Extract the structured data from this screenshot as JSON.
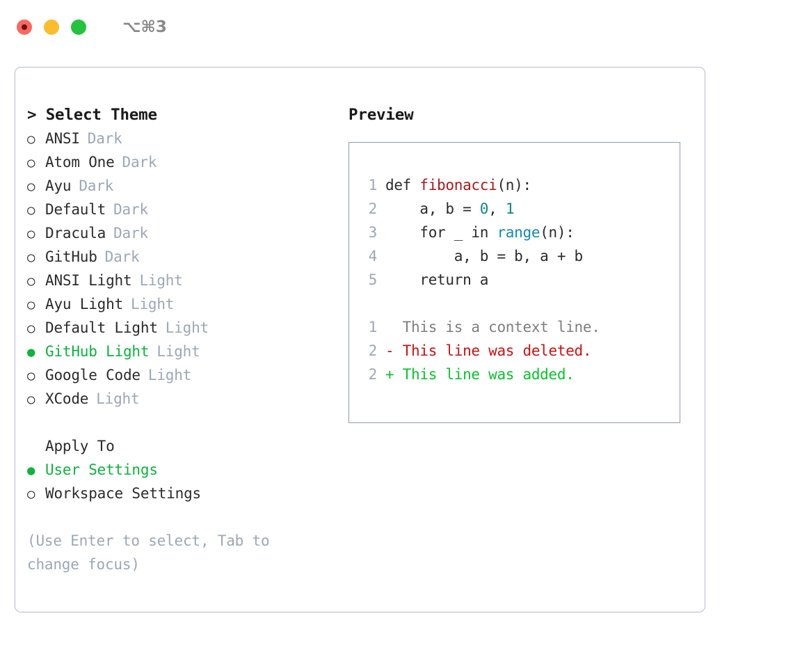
{
  "window": {
    "title_shortcut": "⌥⌘3",
    "traffic_lights": [
      {
        "name": "close-button",
        "color": "#f8685f"
      },
      {
        "name": "minimize-button",
        "color": "#fbbd2e"
      },
      {
        "name": "maximize-button",
        "color": "#24c33e"
      }
    ]
  },
  "colors": {
    "accent_green": "#0cb33d",
    "muted": "#9ca7b6",
    "text": "#2b2b2b",
    "border_card": "#b3bcc9",
    "border_preview": "#8e9aab",
    "diff_add": "#06c42a",
    "diff_del": "#cc1111",
    "token_function": "#a81a1a",
    "token_number": "#0a8a7e",
    "token_call": "#1389b5"
  },
  "left": {
    "heading": "> Select Theme",
    "markers": {
      "unselected": "○",
      "selected": "●",
      "none": " "
    },
    "themes": [
      {
        "label": "ANSI",
        "tag": "Dark",
        "selected": false
      },
      {
        "label": "Atom One",
        "tag": "Dark",
        "selected": false
      },
      {
        "label": "Ayu",
        "tag": "Dark",
        "selected": false
      },
      {
        "label": "Default",
        "tag": "Dark",
        "selected": false
      },
      {
        "label": "Dracula",
        "tag": "Dark",
        "selected": false
      },
      {
        "label": "GitHub",
        "tag": "Dark",
        "selected": false
      },
      {
        "label": "ANSI Light",
        "tag": "Light",
        "selected": false
      },
      {
        "label": "Ayu Light",
        "tag": "Light",
        "selected": false
      },
      {
        "label": "Default Light",
        "tag": "Light",
        "selected": false
      },
      {
        "label": "GitHub Light",
        "tag": "Light",
        "selected": true
      },
      {
        "label": "Google Code",
        "tag": "Light",
        "selected": false
      },
      {
        "label": "XCode",
        "tag": "Light",
        "selected": false
      }
    ],
    "apply_to": {
      "heading": "Apply To",
      "options": [
        {
          "label": "User Settings",
          "selected": true
        },
        {
          "label": "Workspace Settings",
          "selected": false
        }
      ]
    },
    "hint": "(Use Enter to select, Tab to change focus)"
  },
  "right": {
    "heading": "Preview",
    "code": {
      "lines": [
        {
          "no": "1",
          "segments": [
            {
              "text": "def ",
              "style": "plain"
            },
            {
              "text": "fibonacci",
              "style": "fn"
            },
            {
              "text": "(n):",
              "style": "plain"
            }
          ]
        },
        {
          "no": "2",
          "segments": [
            {
              "text": "    a, b = ",
              "style": "plain"
            },
            {
              "text": "0",
              "style": "num"
            },
            {
              "text": ", ",
              "style": "plain"
            },
            {
              "text": "1",
              "style": "num"
            }
          ]
        },
        {
          "no": "3",
          "segments": [
            {
              "text": "    for _ in ",
              "style": "plain"
            },
            {
              "text": "range",
              "style": "call"
            },
            {
              "text": "(n):",
              "style": "plain"
            }
          ]
        },
        {
          "no": "4",
          "segments": [
            {
              "text": "        a, b = b, a + b",
              "style": "plain"
            }
          ]
        },
        {
          "no": "5",
          "segments": [
            {
              "text": "    return a",
              "style": "plain"
            }
          ]
        }
      ]
    },
    "diff": {
      "lines": [
        {
          "no": "1",
          "sign": " ",
          "text": " This is a context line.",
          "kind": "ctx"
        },
        {
          "no": "2",
          "sign": "-",
          "text": " This line was deleted.",
          "kind": "del"
        },
        {
          "no": "2",
          "sign": "+",
          "text": " This line was added.",
          "kind": "add"
        }
      ]
    }
  }
}
